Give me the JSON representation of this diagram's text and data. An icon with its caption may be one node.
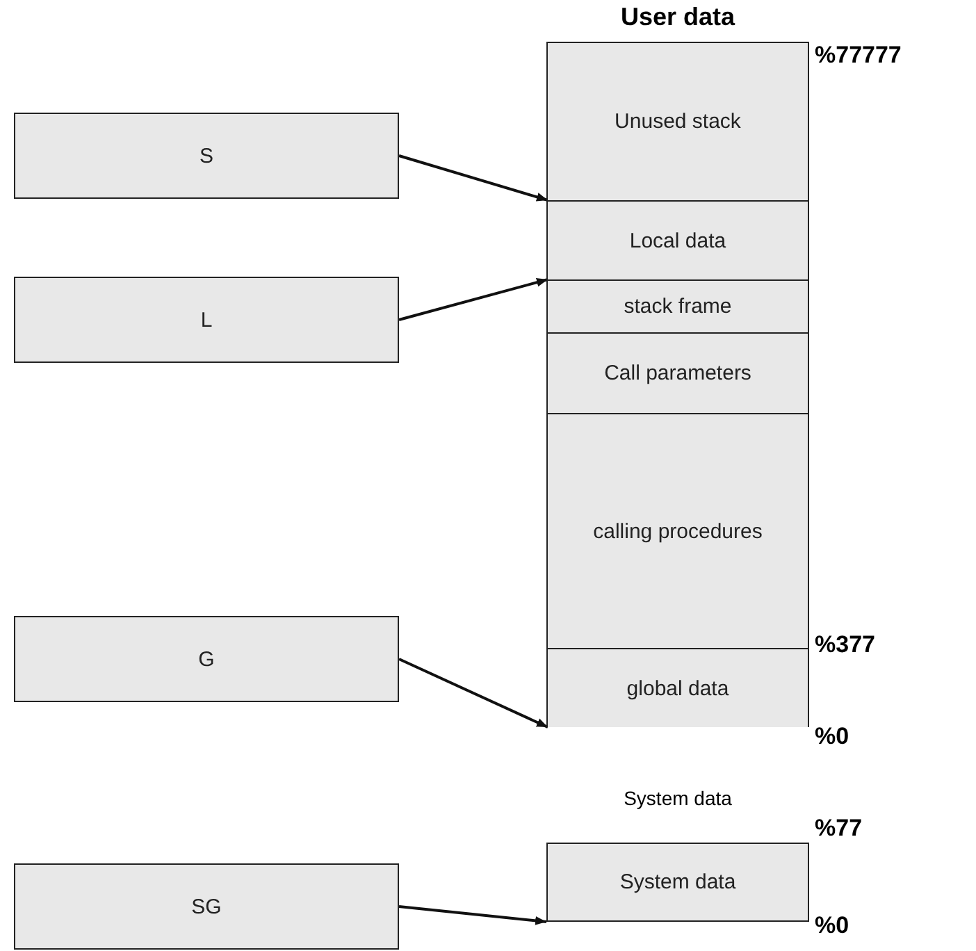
{
  "diagram": {
    "nodes": [
      {
        "text": [
          "User data"
        ]
      },
      {
        "text": [
          "Unused stack"
        ],
        "in": 0
      },
      {
        "text": [
          "Local data"
        ],
        "in": 0
      },
      {
        "text": [
          "stack frame"
        ],
        "in": 0
      },
      {
        "text": [
          "Call parameters"
        ],
        "in": 0
      },
      {
        "text": [
          "calling procedures"
        ],
        "in": 0
      },
      {
        "text": [
          "global data"
        ],
        "in": 0
      },
      {
        "text": [
          "S"
        ]
      },
      {
        "text": [
          "L"
        ]
      },
      {
        "text": [
          "G"
        ]
      },
      {
        "text": [
          "System data",
          "System data"
        ]
      },
      {
        "text": [
          "SG"
        ]
      }
    ],
    "edges": [
      {
        "from": 7,
        "to": 2,
        "arrow": "to"
      },
      {
        "from": 8,
        "to": 3,
        "arrow": "to"
      },
      {
        "from": 9,
        "to": 6,
        "arrow": "to"
      },
      {
        "from": 11,
        "to": 10,
        "arrow": "to"
      }
    ],
    "labels": [
      "%77777",
      "%377",
      "%0",
      "%77",
      "%0"
    ]
  }
}
